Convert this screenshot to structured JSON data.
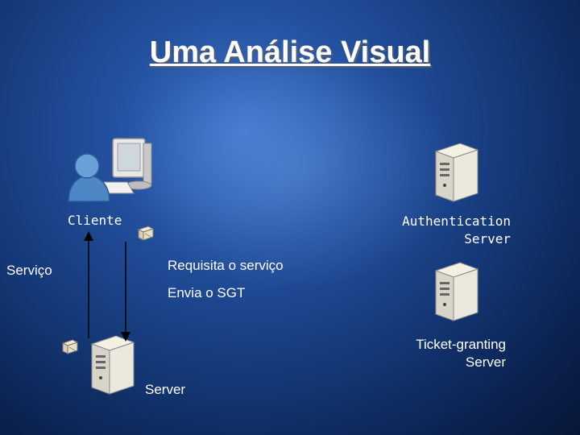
{
  "title": "Uma Análise Visual",
  "labels": {
    "cliente": "Cliente",
    "auth_line1": "Authentication",
    "auth_line2": "Server",
    "servico": "Serviço",
    "requisita": "Requisita o serviço",
    "envia": "Envia o SGT",
    "tgs_line1": "Ticket-granting",
    "tgs_line2": "Server",
    "server": "Server"
  },
  "icons": {
    "client": "user-computer-icon",
    "auth_server": "server-tower-icon",
    "tgs_server": "server-tower-icon",
    "service_server": "server-tower-icon",
    "ticket_1": "ticket-icon",
    "ticket_2": "ticket-icon"
  },
  "colors": {
    "background": "#143876",
    "text": "#ffffff",
    "arrow": "#000000"
  }
}
